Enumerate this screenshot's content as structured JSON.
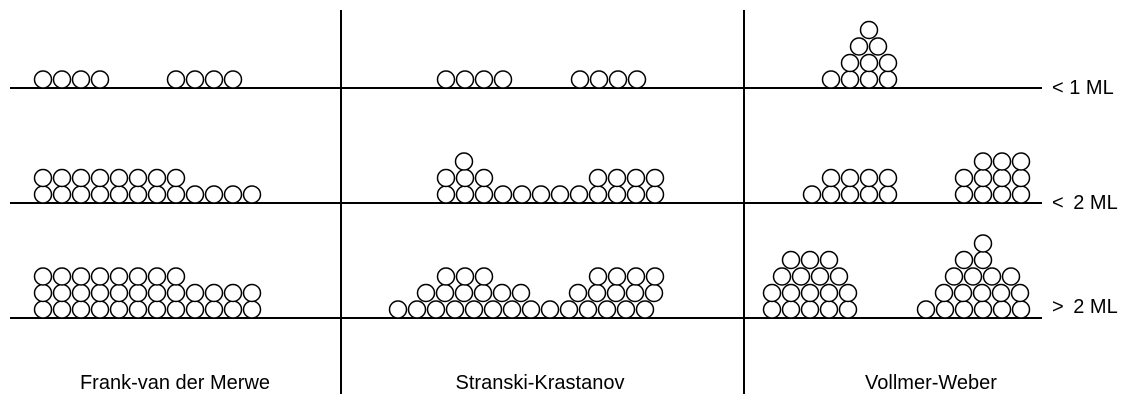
{
  "coverage_labels": [
    {
      "symbol": "",
      "value": "< 1 ML"
    },
    {
      "symbol": "<",
      "value": "2 ML"
    },
    {
      "symbol": ">",
      "value": "2 ML"
    }
  ],
  "growth_modes": [
    {
      "name": "Frank-van der Merwe"
    },
    {
      "name": "Stranski-Krastanov"
    },
    {
      "name": "Vollmer-Weber"
    }
  ],
  "colors": {
    "line": "#000000",
    "atom_fill": "#ffffff",
    "atom_stroke": "#000000"
  },
  "atom_icon": "circle"
}
